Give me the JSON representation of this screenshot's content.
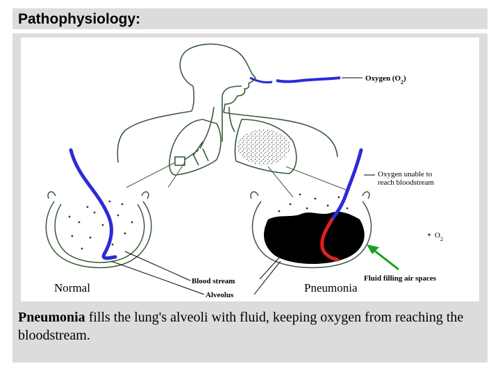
{
  "slide": {
    "title": "Pathophysiology:"
  },
  "figure": {
    "label_oxygen": "Oxygen (O",
    "label_oxygen_sub": "2",
    "label_oxygen_close": ")",
    "label_unable_line1": "Oxygen unable to",
    "label_unable_line2": "reach bloodstream",
    "label_o2": "O",
    "label_o2_sub": "2",
    "label_fluid": "Fluid filling air spaces",
    "label_blood": "Blood stream",
    "label_alveolus": "Alveolus",
    "label_normal": "Normal",
    "label_pneumonia": "Pneumonia",
    "colors": {
      "oxygen": "#2b2bd8",
      "blocked": "#e02020",
      "arrow": "#1aa01a",
      "fluid": "#000000",
      "outline": "#3a5a3a"
    }
  },
  "caption": {
    "bold": "Pneumonia",
    "rest": " fills the lung's alveoli with fluid, keeping oxygen from reaching the bloodstream."
  }
}
